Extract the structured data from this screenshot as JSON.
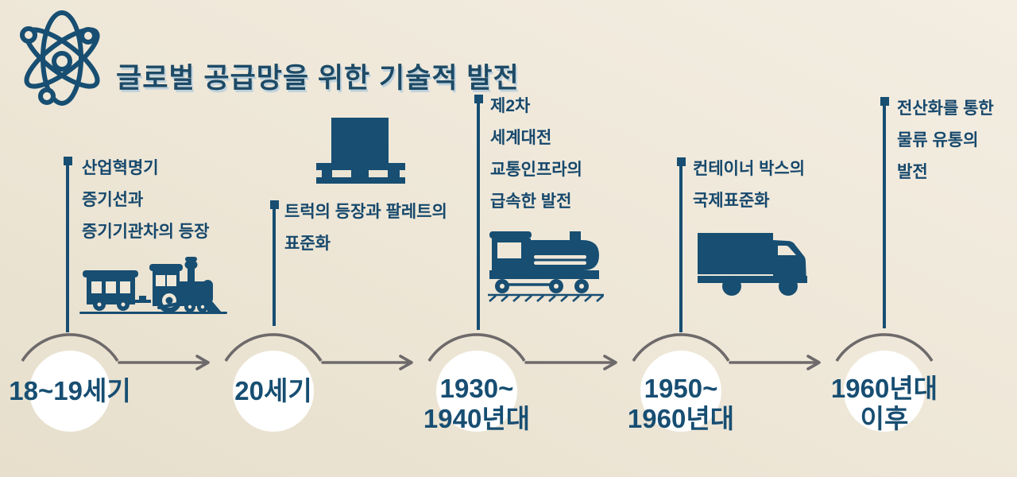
{
  "title": "글로벌 공급망을 위한 기술적 발전",
  "colors": {
    "background": "#EFE8D9",
    "ink": "#174E72",
    "title_ink": "#1D4A66",
    "title_shadow": "#C0D2DC",
    "arc_gray": "#6E6A6B",
    "node_fill": "#FFFFFF"
  },
  "icons": {
    "header_icon": "atom-icon",
    "event_icons": [
      "steam-train-icon",
      "pallet-box-icon",
      "locomotive-icon",
      "cargo-truck-icon",
      null
    ]
  },
  "timeline": {
    "events": [
      {
        "period_lines": [
          "18~19세기"
        ],
        "description_lines": [
          "산업혁명기",
          "증기선과",
          "증기기관차의 등장"
        ]
      },
      {
        "period_lines": [
          "20세기"
        ],
        "description_lines": [
          "트럭의 등장과 팔레트의",
          "표준화"
        ]
      },
      {
        "period_lines": [
          "1930~",
          "1940년대"
        ],
        "description_lines": [
          "제2차",
          "세계대전",
          "교통인프라의",
          "급속한 발전"
        ]
      },
      {
        "period_lines": [
          "1950~",
          "1960년대"
        ],
        "description_lines": [
          "컨테이너 박스의",
          "국제표준화"
        ]
      },
      {
        "period_lines": [
          "1960년대",
          "이후"
        ],
        "description_lines": [
          "전산화를 통한",
          "물류 유통의",
          "발전"
        ]
      }
    ]
  }
}
